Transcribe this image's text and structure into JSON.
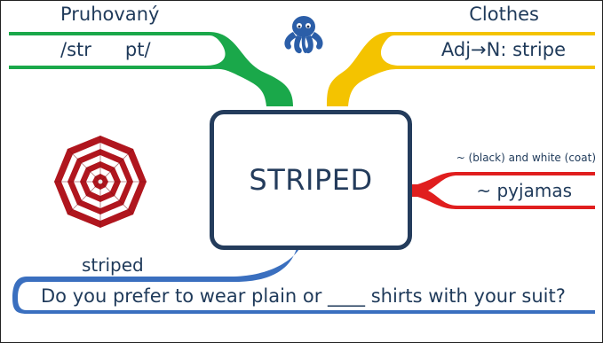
{
  "center": {
    "word": "STRIPED"
  },
  "branches": {
    "translation": {
      "title": "Pruhovaný",
      "pron_left": "/str",
      "pron_right": "pt/",
      "color": "#1aa84a"
    },
    "category": {
      "title": "Clothes",
      "detail": "Adj→N: stripe",
      "color": "#f4c300"
    },
    "collocation": {
      "hint": "~ (black) and white (coat)",
      "detail": "~ pyjamas",
      "color": "#e01e1e"
    },
    "example": {
      "answer": "striped",
      "sentence": "Do you prefer to wear plain or ____ shirts with your suit?",
      "color": "#3a6fbf"
    }
  },
  "icons": {
    "octopus": "octopus-icon",
    "umbrella": "striped-umbrella-icon"
  },
  "colors": {
    "text": "#1f3a5a",
    "box_border": "#243c5c",
    "umbrella_red": "#b0161e"
  }
}
